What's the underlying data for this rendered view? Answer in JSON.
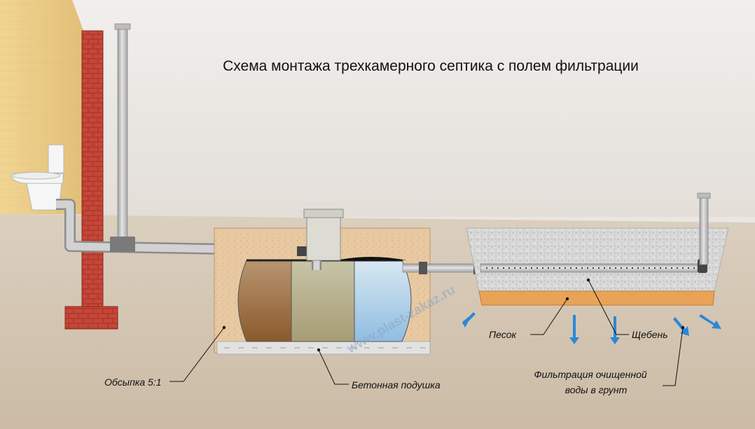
{
  "title": "Схема монтажа трехкамерного септика с полем фильтрации",
  "labels": {
    "backfill": "Обсыпка 5:1",
    "concrete_pad": "Бетонная подушка",
    "sand": "Песок",
    "gravel": "Щебень",
    "filtration_line1": "Фильтрация очищенной",
    "filtration_line2": "воды в грунт"
  },
  "watermark": "www.plast-zakaz.ru",
  "colors": {
    "sky": "#eae6e2",
    "ground": "#d6c9b7",
    "wall": "#e8c984",
    "brick": "#b83a2c",
    "pipe": "#c8c8c8",
    "chamber_1": "#8e6236",
    "chamber_2": "#b8b18f",
    "chamber_3": "#a9cde4",
    "backfill": "#e9c9a3",
    "concrete": "#dedede",
    "gravel": "#d9d9d9",
    "sand": "#e7a55a",
    "water_arrow": "#2b88d6"
  }
}
